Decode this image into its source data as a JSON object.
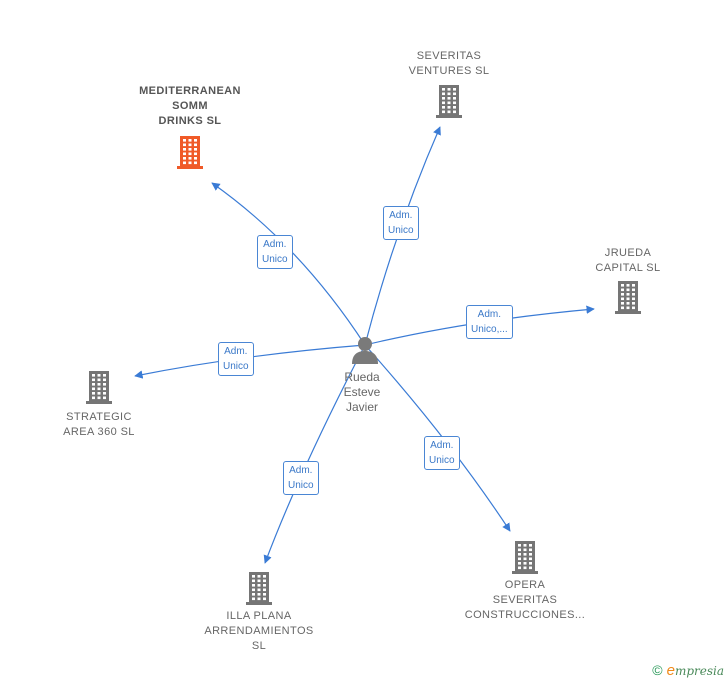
{
  "center_person": {
    "lines": "Rueda\nEsteve\nJavier",
    "icon": "person-icon"
  },
  "companies": [
    {
      "id": "mediterranean",
      "name": "MEDITERRANEAN\nSOMM\nDRINKS  SL",
      "highlight": true,
      "icon": "building-icon"
    },
    {
      "id": "severitas-ventures",
      "name": "SEVERITAS\nVENTURES  SL",
      "highlight": false,
      "icon": "building-icon"
    },
    {
      "id": "jrueda",
      "name": "JRUEDA\nCAPITAL  SL",
      "highlight": false,
      "icon": "building-icon"
    },
    {
      "id": "strategic",
      "name": "STRATEGIC\nAREA 360  SL",
      "highlight": false,
      "icon": "building-icon"
    },
    {
      "id": "illa-plana",
      "name": "ILLA PLANA\nARRENDAMIENTOS\nSL",
      "highlight": false,
      "icon": "building-icon"
    },
    {
      "id": "opera",
      "name": "OPERA\nSEVERITAS\nCONSTRUCCIONES...",
      "highlight": false,
      "icon": "building-icon"
    }
  ],
  "edges": [
    {
      "to": "mediterranean",
      "label": "Adm.\nUnico"
    },
    {
      "to": "severitas-ventures",
      "label": "Adm.\nUnico"
    },
    {
      "to": "jrueda",
      "label": "Adm.\nUnico,..."
    },
    {
      "to": "strategic",
      "label": "Adm.\nUnico"
    },
    {
      "to": "illa-plana",
      "label": "Adm.\nUnico"
    },
    {
      "to": "opera",
      "label": "Adm.\nUnico"
    }
  ],
  "footer": {
    "copyright": "©",
    "brand_initial": "e",
    "brand_rest": "mpresia"
  },
  "colors": {
    "edge": "#3a7bd5",
    "building": "#757575",
    "building_highlight": "#f05a28",
    "person": "#7a7a7a"
  }
}
